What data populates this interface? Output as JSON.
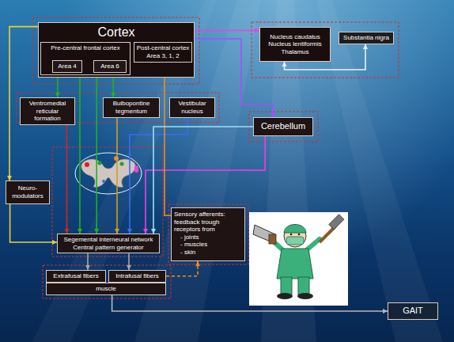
{
  "diagram": {
    "nodes": [
      {
        "text": [
          "Cortex"
        ]
      },
      {
        "text": [
          "Pre-central frontal cortex"
        ],
        "in": 0
      },
      {
        "text": [
          "Area 4"
        ],
        "in": 1
      },
      {
        "text": [
          "Area 6"
        ],
        "in": 1
      },
      {
        "text": [
          "Post-central cortex",
          "Area 3, 1, 2"
        ],
        "in": 0
      },
      {
        "text": [
          "Nucleus caudatus",
          "Nucleus lentiformis",
          "Thalamus"
        ]
      },
      {
        "text": [
          "Substantia nigra"
        ]
      },
      {
        "text": [
          "Ventromedial reticular formation"
        ]
      },
      {
        "text": [
          "Bulbopontine tegmentum"
        ]
      },
      {
        "text": [
          "Vestibular nucleus"
        ]
      },
      {
        "text": [
          "Cerebellum"
        ]
      },
      {
        "text": [
          "Neuro-modulators"
        ]
      },
      {
        "text": [
          "Sensory afferents: feedback trough receptors from",
          "- joints",
          "- muscles",
          "- skin"
        ]
      },
      {
        "text": [
          "Segemental interneural network",
          "Central pattern generator"
        ]
      },
      {
        "text": [
          "Extrafusal fibers"
        ]
      },
      {
        "text": [
          "Intrafusal fibers"
        ]
      },
      {
        "text": [
          "muscle"
        ]
      },
      {
        "text": [
          "GAIT"
        ]
      }
    ],
    "edges": [
      {
        "from": 0,
        "to": 11,
        "arrow": "to"
      },
      {
        "from": 11,
        "to": 13,
        "arrow": "to"
      },
      {
        "from": 2,
        "to": 7,
        "arrow": "to"
      },
      {
        "from": 2,
        "to": 13,
        "arrow": "to"
      },
      {
        "from": 3,
        "to": 8,
        "arrow": "to"
      },
      {
        "from": 3,
        "to": 13,
        "arrow": "to"
      },
      {
        "from": 7,
        "to": 13,
        "arrow": "to"
      },
      {
        "from": 8,
        "to": 13,
        "arrow": "to"
      },
      {
        "from": 9,
        "to": 13,
        "arrow": "to"
      },
      {
        "from": 0,
        "to": 5,
        "arrow": "to"
      },
      {
        "from": 0,
        "to": 10,
        "arrow": "to"
      },
      {
        "from": 10,
        "to": 13,
        "arrow": "to"
      },
      {
        "from": 12,
        "to": 4,
        "arrow": "to"
      },
      {
        "from": 15,
        "to": 12,
        "arrow": "to"
      },
      {
        "from": 13,
        "to": 14,
        "arrow": "to"
      },
      {
        "from": 13,
        "to": 15,
        "arrow": "to"
      },
      {
        "from": 16,
        "to": 17,
        "arrow": "to"
      },
      {
        "from": 5,
        "to": 6,
        "arrow": "both"
      },
      {
        "from": 10,
        "to": 13,
        "arrow": "to"
      }
    ]
  }
}
